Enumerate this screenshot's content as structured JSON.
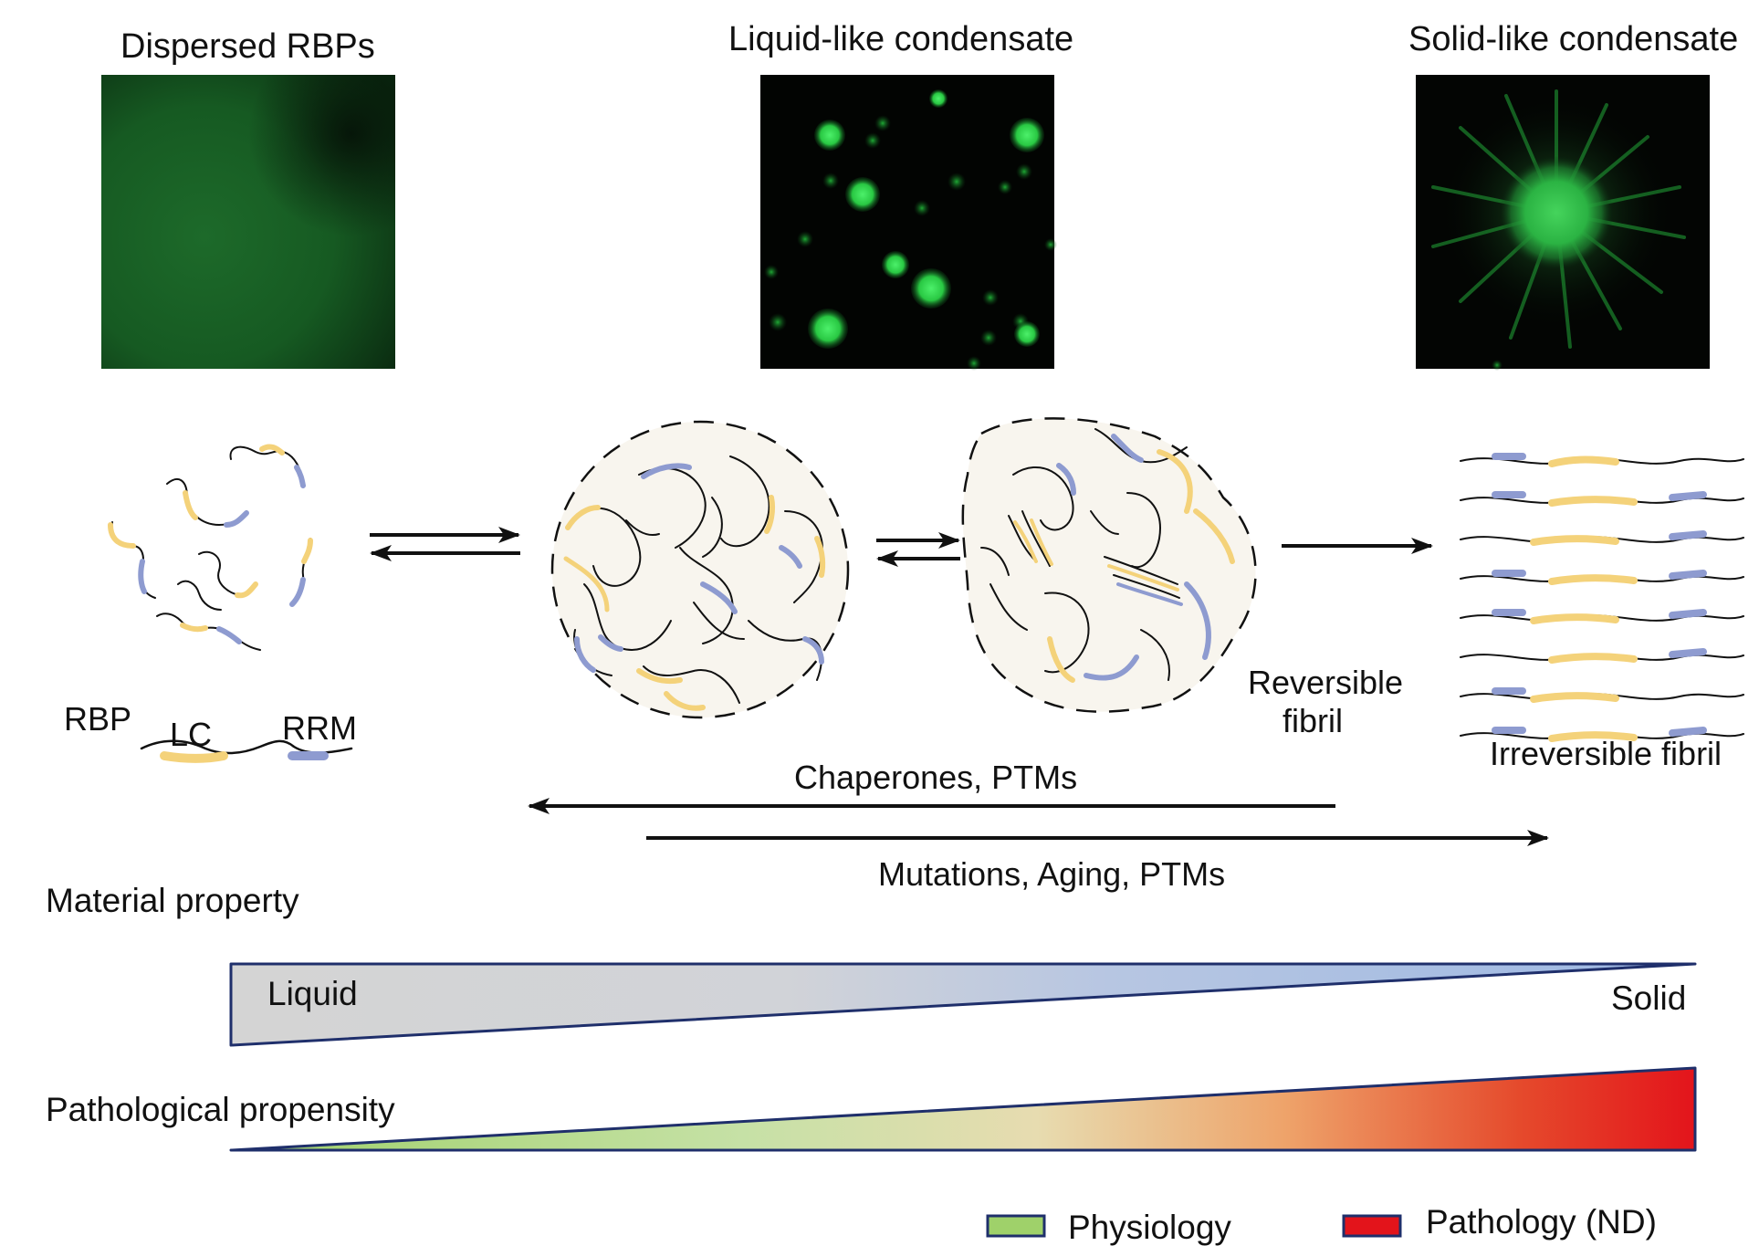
{
  "panels": {
    "dispersed_title": "Dispersed RBPs",
    "liquid_title": "Liquid-like condensate",
    "solid_title": "Solid-like condensate"
  },
  "schematic": {
    "rbp_label": "RBP",
    "lc_label": "LC",
    "rrm_label": "RRM",
    "reversible_fibril": [
      "Reversible",
      "fibril"
    ],
    "irreversible_fibril": "Irreversible fibril"
  },
  "arrows": {
    "backward_label": "Chaperones, PTMs",
    "forward_label": "Mutations, Aging,  PTMs"
  },
  "gradients": {
    "material_property": "Material property",
    "liquid": "Liquid",
    "solid": "Solid",
    "pathological_propensity": "Pathological propensity"
  },
  "legend": {
    "physiology": "Physiology",
    "pathology": "Pathology (ND)"
  },
  "colors": {
    "lc_yellow": "#f4d27a",
    "rrm_blue": "#8e9bd0",
    "fluor_green": "#2fd84a",
    "liquid_gray": "#d3d3d3",
    "solid_blue": "#a6bde2",
    "physiology_green": "#9fd16a",
    "pathology_red": "#e3141b",
    "outline_navy": "#1f2f6b"
  }
}
